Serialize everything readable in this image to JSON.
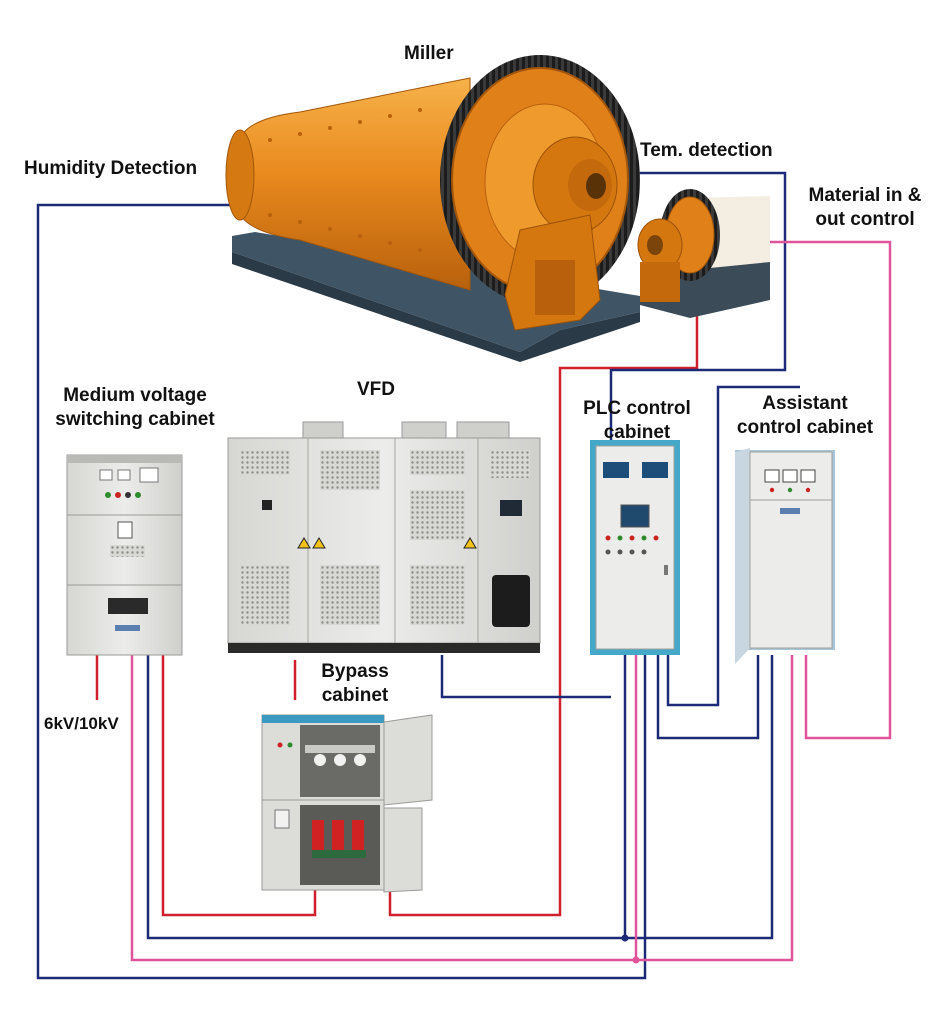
{
  "labels": {
    "miller": "Miller",
    "humidity": "Humidity Detection",
    "tem": "Tem. detection",
    "material_line1": "Material in &",
    "material_line2": "out control",
    "mv_line1": "Medium voltage",
    "mv_line2": "switching cabinet",
    "vfd": "VFD",
    "plc_line1": "PLC control",
    "plc_line2": "cabinet",
    "assistant_line1": "Assistant",
    "assistant_line2": "control cabinet",
    "bypass_line1": "Bypass",
    "bypass_line2": "cabinet",
    "voltage": "6kV/10kV"
  },
  "colors": {
    "power_line": "#d0202e",
    "signal_line": "#1c2a78",
    "control_line": "#e0559a",
    "mill_body": "#e98a1e",
    "cabinet_grey": "#e4e4e2"
  },
  "icons": [
    "ball-mill-icon",
    "small-mill-icon",
    "mv-cabinet-icon",
    "vfd-cabinet-icon",
    "plc-cabinet-icon",
    "assistant-cabinet-icon",
    "bypass-cabinet-icon"
  ]
}
